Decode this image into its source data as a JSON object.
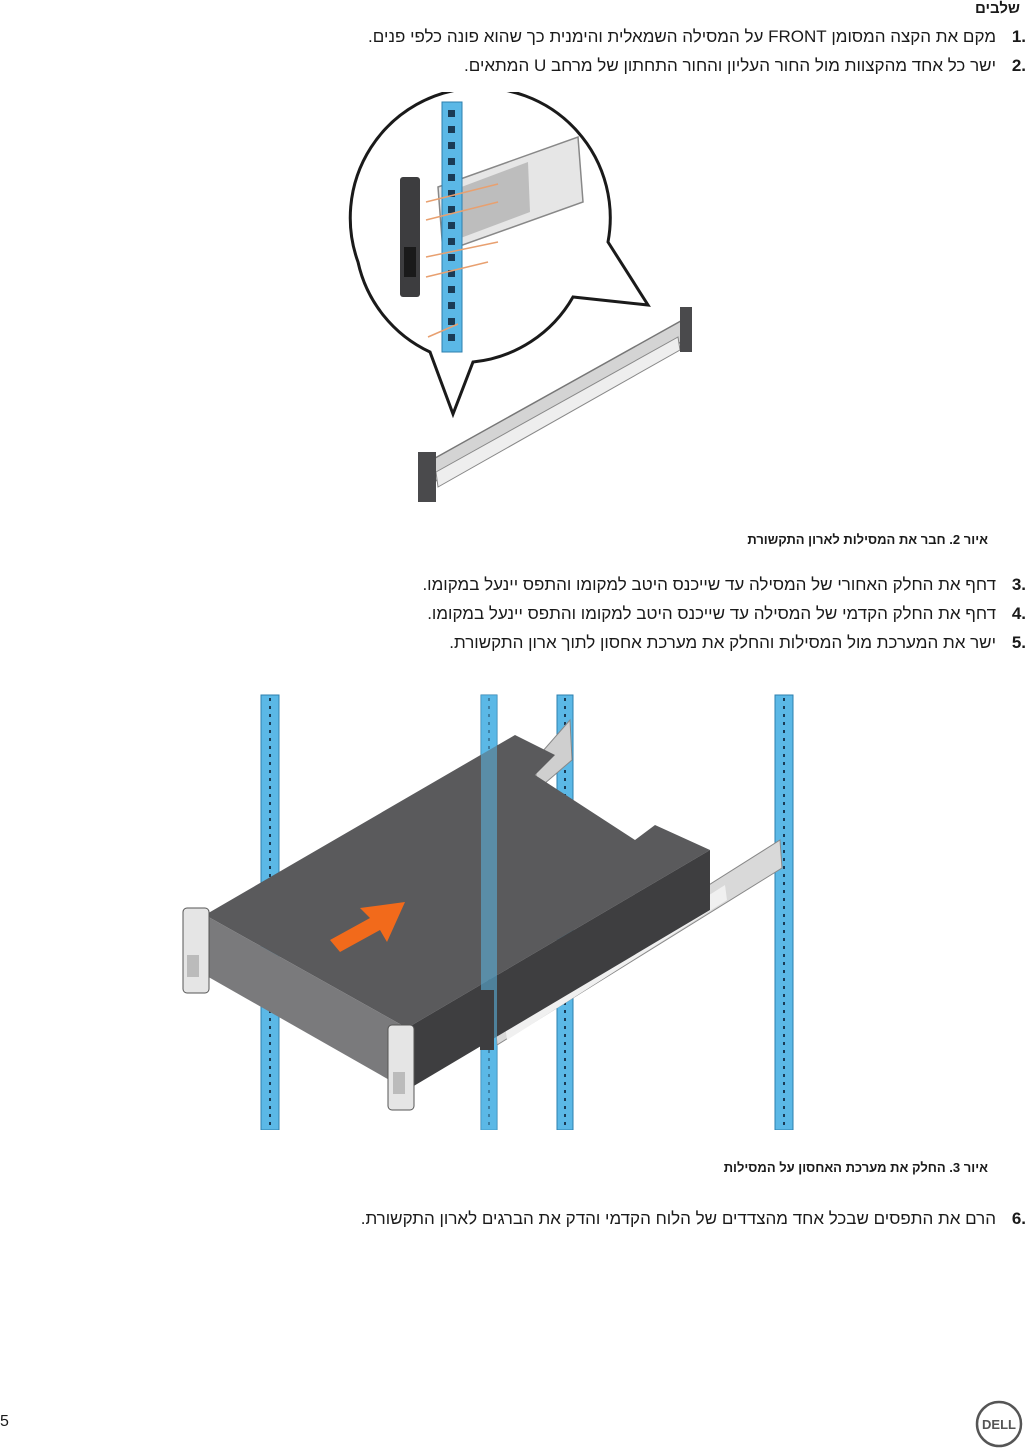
{
  "heading": "שלבים",
  "steps": [
    {
      "num": "1.",
      "text": "מקם את הקצה המסומן FRONT על המסילה השמאלית והימנית כך שהוא פונה כלפי פנים."
    },
    {
      "num": "2.",
      "text": "ישר כל אחד מהקצוות מול החור העליון והחור התחתון של מרחב U המתאים."
    },
    {
      "num": "3.",
      "text": "דחף את החלק האחורי של המסילה עד שייכנס היטב למקומו והתפס יינעל במקומו."
    },
    {
      "num": "4.",
      "text": "דחף את החלק הקדמי של המסילה עד שייכנס היטב למקומו והתפס יינעל במקומו."
    },
    {
      "num": "5.",
      "text": "ישר את המערכת מול המסילות והחלק את מערכת אחסון לתוך ארון התקשורת."
    },
    {
      "num": "6.",
      "text": "הרם את התפסים שבכל אחד מהצדדים של הלוח הקדמי והדק את הברגים לארון התקשורת."
    }
  ],
  "figures": [
    {
      "label": "איור",
      "number": "2.",
      "caption": "חבר את המסילות לארון התקשורת"
    },
    {
      "label": "איור",
      "number": "3.",
      "caption": "החלק את מערכת האחסון על המסילות"
    }
  ],
  "footer": {
    "page_number": "5",
    "logo_text": "DELL"
  },
  "colors": {
    "rail_blue": "#5bb8e6",
    "arrow_orange": "#f26a1b",
    "chassis_dark": "#4d4d4f"
  }
}
